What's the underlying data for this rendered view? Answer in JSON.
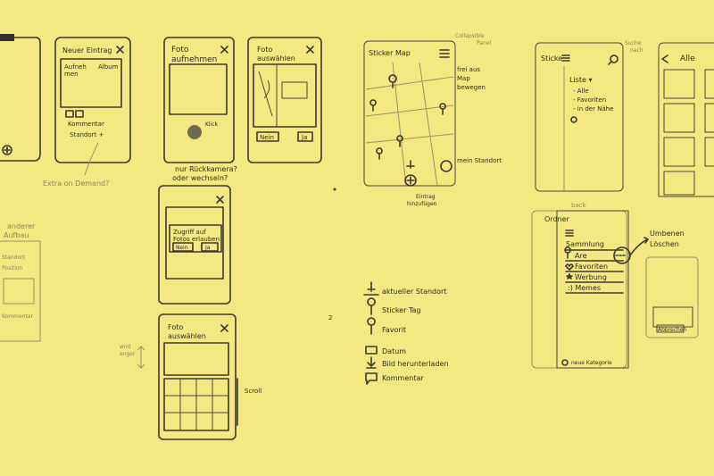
{
  "frame_neuer_eintrag": {
    "title": "Neuer Eintrag",
    "photo_label_1": "Aufneh",
    "photo_label_2": "men",
    "photo_label_3": "Album",
    "kommentar": "Kommentar",
    "standort": "Standort +"
  },
  "frame_foto_aufnehmen": {
    "title_1": "Foto",
    "title_2": "aufnehmen",
    "klick": "Klick"
  },
  "frame_foto_auswaehlen_top": {
    "title_1": "Foto",
    "title_2": "auswählen",
    "nein": "Nein",
    "ja": "Ja"
  },
  "note_rueckkamera": {
    "line1": "nur Rückkamera?",
    "line2": "oder wechseln?"
  },
  "note_extra": "Extra on Demand?",
  "note_anderer": {
    "line1": "anderer",
    "line2": "Aufbau"
  },
  "frame_dialog": {
    "line1": "Zugriff auf",
    "line2": "Fotos erlauben",
    "nein": "Nein",
    "ja": "Ja"
  },
  "frame_foto_auswaehlen_bottom": {
    "title_1": "Foto",
    "title_2": "auswählen",
    "side_note_1": "wird",
    "side_note_2": "enger",
    "scroll": "Scroll"
  },
  "page_number": "2",
  "sticker_map": {
    "title": "Sticker Map",
    "collapsible_1": "Collapsible",
    "collapsible_2": "Panel",
    "frei_1": "frei aus",
    "frei_2": "Map",
    "frei_3": "bewegen",
    "mein_standort": "mein Standort",
    "eintrag_1": "Eintrag",
    "eintrag_2": "hinzufügen"
  },
  "legend": [
    {
      "icon": "person-pin-icon",
      "label": "aktueller Standort"
    },
    {
      "icon": "map-pin-icon",
      "label": "Sticker Tag"
    },
    {
      "icon": "heart-pin-icon",
      "label": "Favorit"
    },
    {
      "icon": "calendar-icon",
      "label": "Datum"
    },
    {
      "icon": "download-icon",
      "label": "Bild herunterladen"
    },
    {
      "icon": "comment-icon",
      "label": "Kommentar"
    }
  ],
  "liste_frame": {
    "title": "Sticke",
    "suche_1": "Suche",
    "suche_2": "nach",
    "heading": "Liste ▾",
    "items": [
      "- Alle",
      "- Favoriten",
      "- in der Nähe"
    ]
  },
  "alle_frame": {
    "title": "Alle"
  },
  "ordner_frame": {
    "title": "Ordner",
    "back": "back",
    "heading": "Sammlung",
    "items": [
      "Are",
      "Favoriten",
      "Werbung",
      ":) Memes"
    ],
    "new_category": "neue Kategorie",
    "umbenennen_1": "Umbenen",
    "umbenennen_2": "Löschen",
    "abbrechen": "Abbrechen"
  },
  "left_fragment": {
    "items": [
      "Standort",
      "Position",
      "Kommentar"
    ]
  }
}
